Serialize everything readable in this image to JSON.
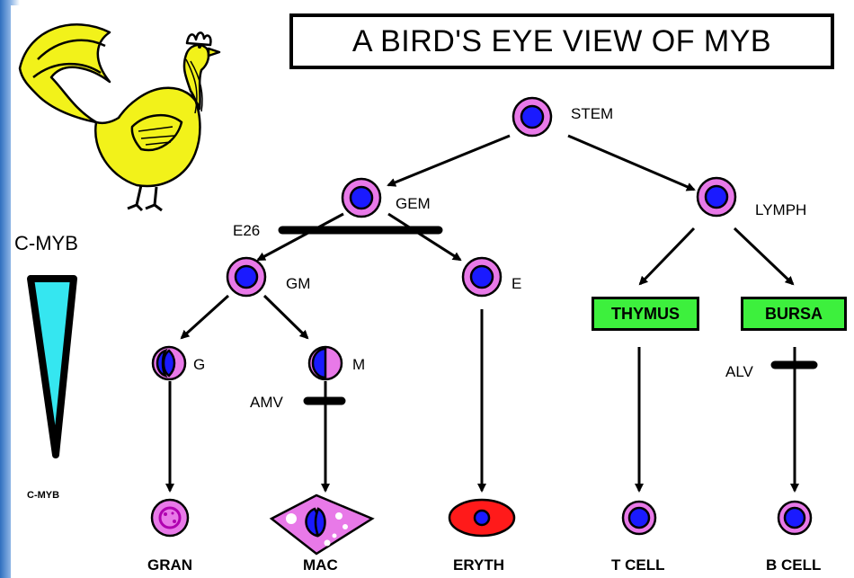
{
  "title": "A BIRD'S EYE VIEW OF MYB",
  "cmyb_label": "C-MYB",
  "cmyb_small_label": "C-MYB",
  "colors": {
    "cell_outer": "#e879e8",
    "cell_nucleus": "#1a1aff",
    "organ_fill": "#3df03d",
    "wedge_fill": "#35e6f0",
    "rooster_fill": "#f2f21a",
    "erythrocyte_fill": "#ff1a1a",
    "background_edge": "#0b3d8c"
  },
  "cells": {
    "stem": "STEM",
    "gem": "GEM",
    "lymph": "LYMPH",
    "gm": "GM",
    "e": "E",
    "g": "G",
    "m": "M"
  },
  "organs": {
    "thymus": "THYMUS",
    "bursa": "BURSA"
  },
  "blocks": {
    "e26": "E26",
    "amv": "AMV",
    "alv": "ALV"
  },
  "terminals": {
    "gran": "GRAN",
    "mac": "MAC",
    "eryth": "ERYTH",
    "tcell": "T CELL",
    "bcell": "B CELL"
  },
  "icons": [
    "rooster-icon",
    "cmyb-wedge-icon"
  ]
}
